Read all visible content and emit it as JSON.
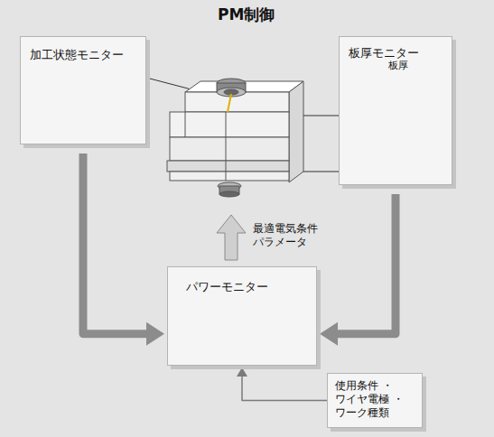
{
  "diagram": {
    "title": "PM制御",
    "nodes": [
      {
        "text": [
          "加工状態モニター"
        ]
      },
      {
        "text": [
          "板厚モニター"
        ]
      },
      {
        "text": [
          "パワーモニター"
        ]
      },
      {
        "text": [
          "使用条件 ・ワイヤ電極 ・ワーク種類"
        ]
      }
    ],
    "edges": [
      {
        "from": 0,
        "to": 2,
        "arrow": "to"
      },
      {
        "from": 1,
        "to": 2,
        "arrow": "to"
      },
      {
        "from": 3,
        "to": 2,
        "arrow": "to"
      }
    ],
    "labels": [
      "板厚",
      "最適電気条件 パラメータ"
    ]
  }
}
